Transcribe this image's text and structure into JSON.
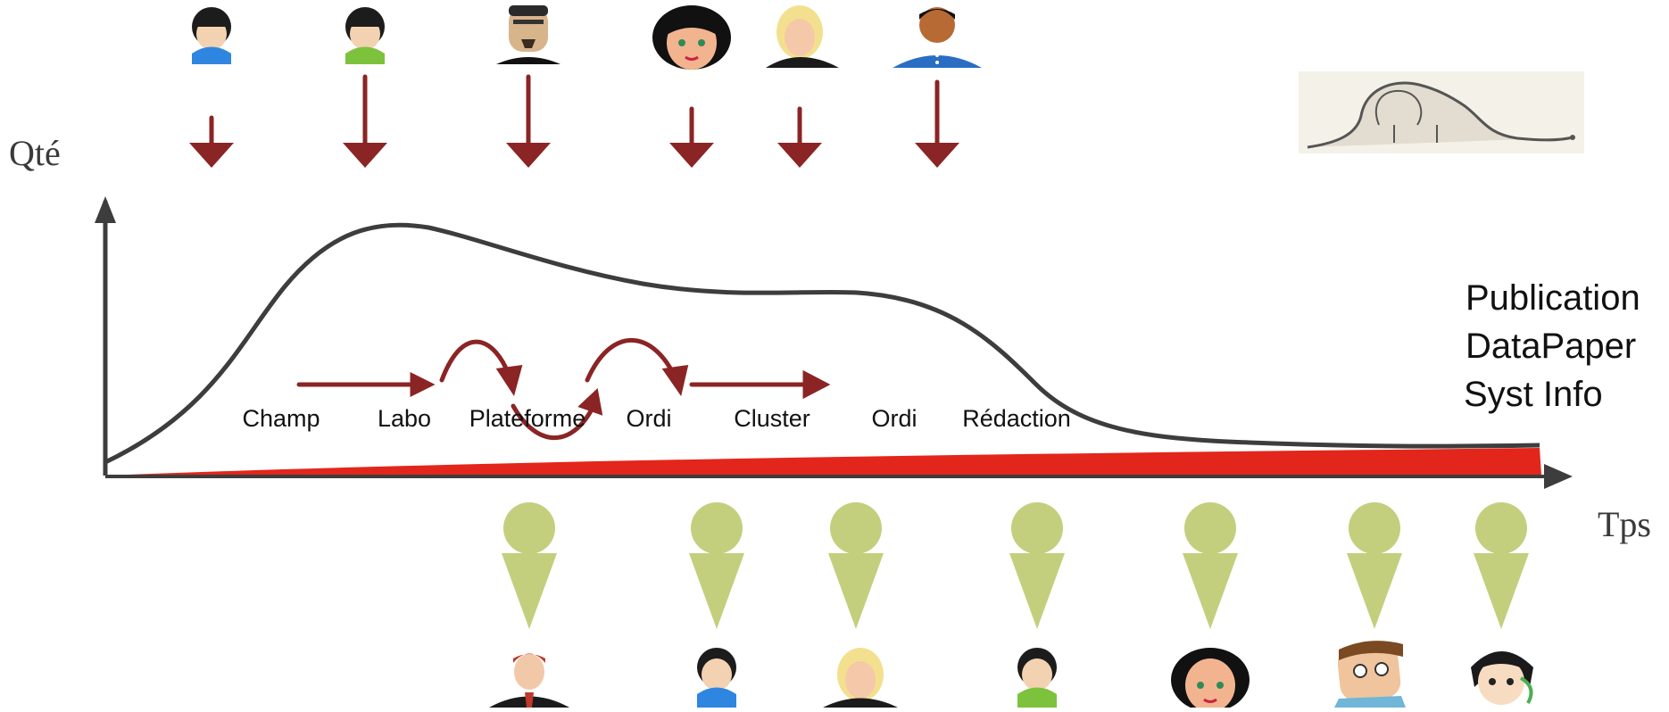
{
  "axes": {
    "y_label": "Qté",
    "x_label": "Tps"
  },
  "stages": [
    "Champ",
    "Labo",
    "Plateforme",
    "Ordi",
    "Cluster",
    "Ordi",
    "Rédaction"
  ],
  "outputs": [
    "Publication",
    "DataPaper",
    "Syst Info"
  ],
  "colors": {
    "curve": "#3d3d3d",
    "red_band": "#e3261b",
    "stage_arrow": "#8b2424",
    "user_marker": "#c3cf7d",
    "axis": "#3d3d3d"
  },
  "icons": {
    "top_contributors": [
      "user-blue-icon",
      "user-green-icon",
      "bearded-man-avatar-icon",
      "woman-dark-hair-avatar-icon",
      "woman-blonde-avatar-icon",
      "man-blue-shirt-avatar-icon"
    ],
    "bottom_users": [
      "businessman-avatar-icon",
      "user-blue-icon",
      "woman-blonde-avatar-icon",
      "user-green-icon",
      "woman-dark-hair-avatar-icon",
      "cartoon-man-avatar-icon",
      "anime-boy-avatar-icon"
    ],
    "illustration": "boa-elephant-illustration"
  }
}
